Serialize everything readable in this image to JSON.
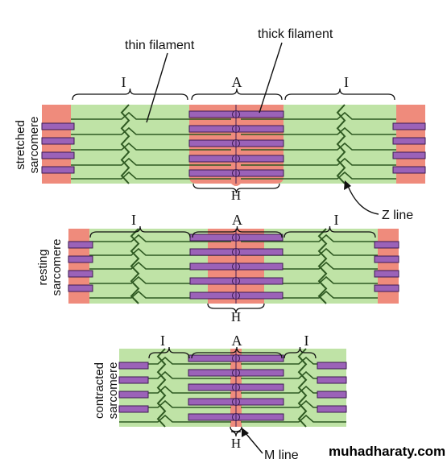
{
  "labels": {
    "thin_filament": "thin filament",
    "thick_filament": "thick filament",
    "z_line": "Z line",
    "m_line": "M line",
    "band_i": "I",
    "band_a": "A",
    "zone_h": "H"
  },
  "sarcomeres": [
    {
      "id": "stretched",
      "side_label_line1": "stretched",
      "side_label_line2": "sarcomere"
    },
    {
      "id": "resting",
      "side_label_line1": "resting",
      "side_label_line2": "sarcomere"
    },
    {
      "id": "contracted",
      "side_label_line1": "contracted",
      "side_label_line2": "sarcomere"
    }
  ],
  "watermark": "muhadharaty.com",
  "colors": {
    "green_fill": "#bfe3a6",
    "green_edge": "#2f5a22",
    "salmon": "#ef8b7c",
    "pink_a": "#f2b2a4",
    "purple": "#9b62b8",
    "purple_edge": "#3d1b52",
    "line": "#1a1a1a"
  }
}
